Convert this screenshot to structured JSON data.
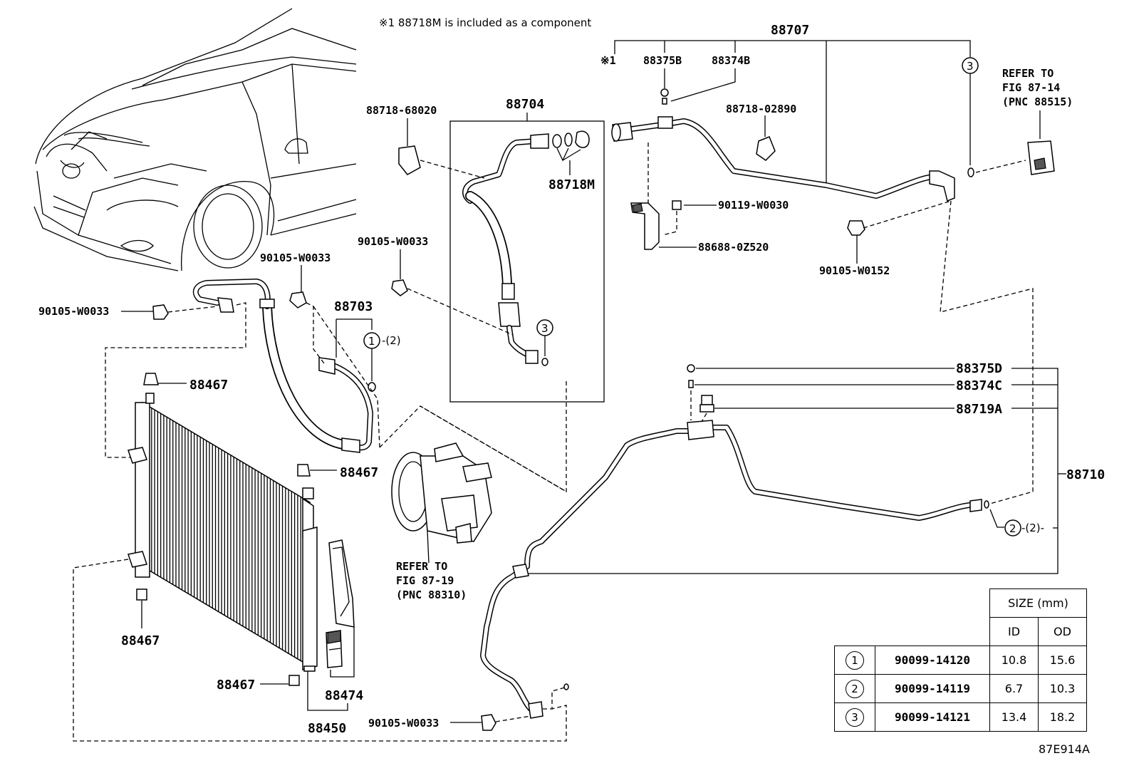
{
  "note": "※1 88718M is included as a component",
  "figure_code": "87E914A",
  "callouts": {
    "c88707": "88707",
    "x1": "※1",
    "c88375B": "88375B",
    "c88374B": "88374B",
    "c88718_02890": "88718-02890",
    "c90119_W0030": "90119-W0030",
    "c88688_0Z520": "88688-0Z520",
    "c90105_W0152": "90105-W0152",
    "refer_pnc88515": [
      "REFER TO",
      "FIG 87-14",
      "(PNC 88515)"
    ],
    "c88704": "88704",
    "c88718_68020": "88718-68020",
    "c88718M": "88718M",
    "c90105_W0033_a": "90105-W0033",
    "c90105_W0033_b": "90105-W0033",
    "c90105_W0033_c": "90105-W0033",
    "c90105_W0033_d": "90105-W0033",
    "c88703": "88703",
    "c88467_a": "88467",
    "c88467_b": "88467",
    "c88467_c": "88467",
    "c88467_d": "88467",
    "c88474": "88474",
    "c88450": "88450",
    "refer_pnc88310": [
      "REFER TO",
      "FIG 87-19",
      "(PNC 88310)"
    ],
    "c88375D": "88375D",
    "c88374C": "88374C",
    "c88719A": "88719A",
    "c88710": "88710",
    "mark1": "1",
    "mark2": "2",
    "mark3a": "3",
    "mark3b": "3",
    "qty1": "-(2)",
    "qty2": "-(2)-"
  },
  "size_table": {
    "header": "SIZE (mm)",
    "col_id": "ID",
    "col_od": "OD",
    "rows": [
      {
        "mark": "1",
        "part": "90099-14120",
        "id": "10.8",
        "od": "15.6"
      },
      {
        "mark": "2",
        "part": "90099-14119",
        "id": "6.7",
        "od": "10.3"
      },
      {
        "mark": "3",
        "part": "90099-14121",
        "id": "13.4",
        "od": "18.2"
      }
    ]
  }
}
